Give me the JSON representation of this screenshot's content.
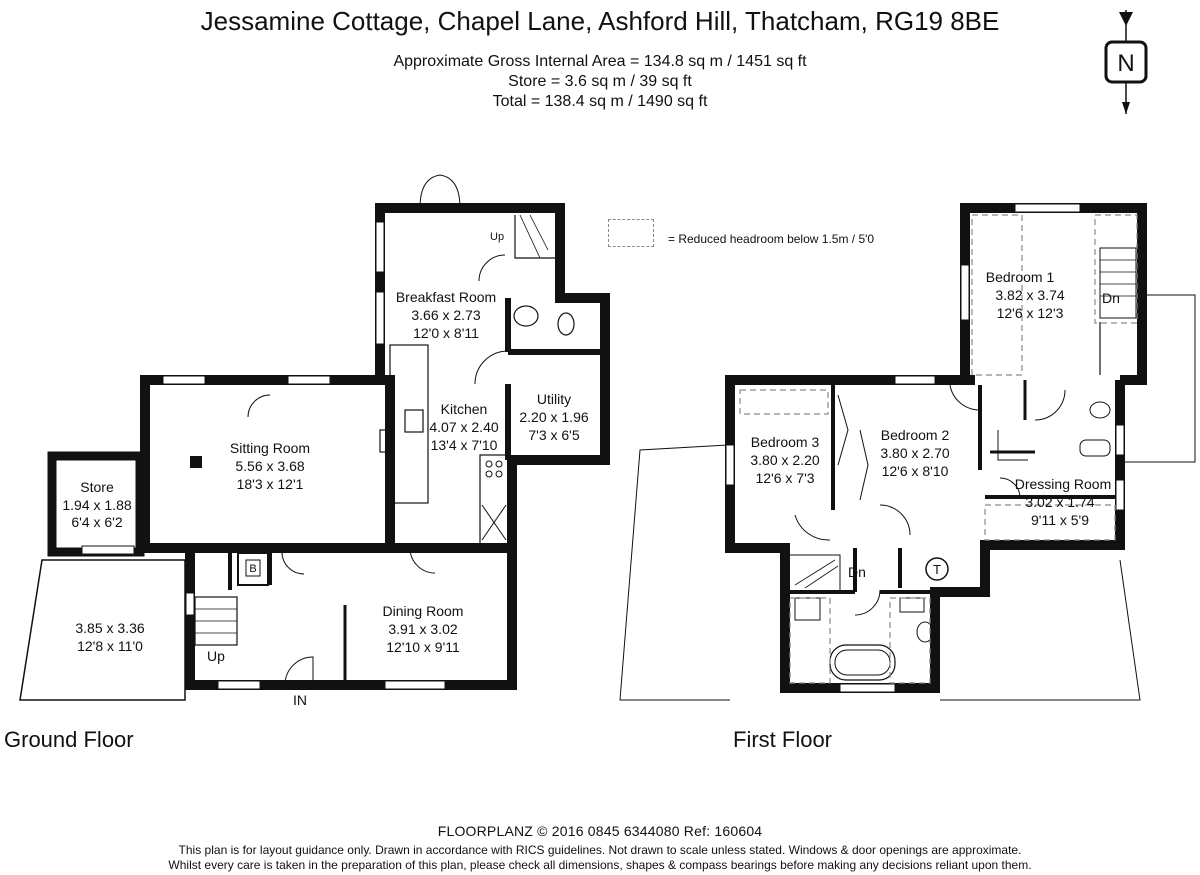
{
  "header": {
    "title": "Jessamine Cottage, Chapel Lane, Ashford Hill, Thatcham, RG19 8BE",
    "area_lines": [
      "Approximate Gross Internal Area = 134.8 sq m / 1451 sq ft",
      "Store = 3.6 sq m / 39 sq ft",
      "Total = 138.4 sq m / 1490 sq ft"
    ]
  },
  "compass": {
    "icon": "north-arrow-icon",
    "label": "N"
  },
  "legend": {
    "text": "= Reduced headroom below 1.5m / 5'0"
  },
  "ground_floor": {
    "label": "Ground Floor",
    "rooms": {
      "breakfast": {
        "name": "Breakfast Room",
        "metric": "3.66 x 2.73",
        "imperial": "12'0 x 8'11"
      },
      "kitchen": {
        "name": "Kitchen",
        "metric": "4.07 x 2.40",
        "imperial": "13'4 x 7'10"
      },
      "utility": {
        "name": "Utility",
        "metric": "2.20 x 1.96",
        "imperial": "7'3 x 6'5"
      },
      "sitting": {
        "name": "Sitting Room",
        "metric": "5.56 x 3.68",
        "imperial": "18'3 x 12'1"
      },
      "store": {
        "name": "Store",
        "metric": "1.94 x 1.88",
        "imperial": "6'4 x 6'2"
      },
      "outbuilding": {
        "metric": "3.85 x 3.36",
        "imperial": "12'8 x 11'0"
      },
      "dining": {
        "name": "Dining Room",
        "metric": "3.91 x 3.02",
        "imperial": "12'10 x 9'11"
      }
    },
    "labels": {
      "up_top": "Up",
      "up_stairs": "Up",
      "boiler": "B",
      "entrance": "IN"
    }
  },
  "first_floor": {
    "label": "First Floor",
    "rooms": {
      "bed1": {
        "name": "Bedroom 1",
        "metric": "3.82 x 3.74",
        "imperial": "12'6 x 12'3"
      },
      "bed2": {
        "name": "Bedroom 2",
        "metric": "3.80 x 2.70",
        "imperial": "12'6 x 8'10"
      },
      "bed3": {
        "name": "Bedroom 3",
        "metric": "3.80 x 2.20",
        "imperial": "12'6 x 7'3"
      },
      "dressing": {
        "name": "Dressing Room",
        "metric": "3.02 x 1.74",
        "imperial": "9'11 x 5'9"
      }
    },
    "labels": {
      "dn_bed1": "Dn",
      "dn_landing": "Dn",
      "tank": "T"
    }
  },
  "footer": {
    "brand": "FLOORPLANZ © 2016   0845 6344080   Ref: 160604",
    "line1": "This plan is for layout guidance only. Drawn in accordance with RICS guidelines. Not drawn to scale unless stated. Windows & door openings are approximate.",
    "line2": "Whilst every care is taken in the preparation of this plan, please check all dimensions, shapes & compass bearings before making any decisions reliant upon them."
  }
}
